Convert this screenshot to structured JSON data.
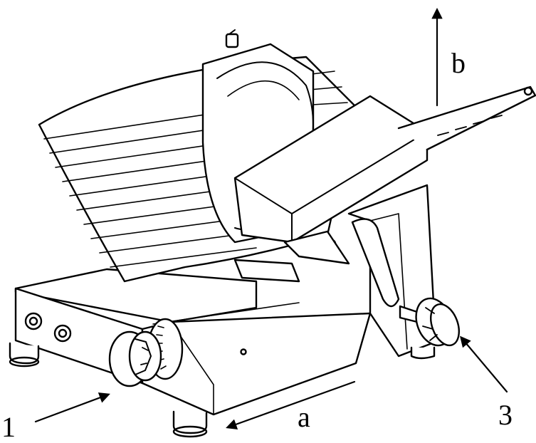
{
  "diagram": {
    "labels": {
      "one": "1",
      "a": "a",
      "three": "3",
      "b": "b"
    },
    "colors": {
      "ink": "#000000",
      "paper": "#ffffff"
    },
    "parts": [
      "base",
      "blade",
      "blade-guard",
      "carriage",
      "handle",
      "thickness-knob",
      "scale-dial",
      "clamp-knob",
      "feet",
      "power-buttons"
    ]
  }
}
